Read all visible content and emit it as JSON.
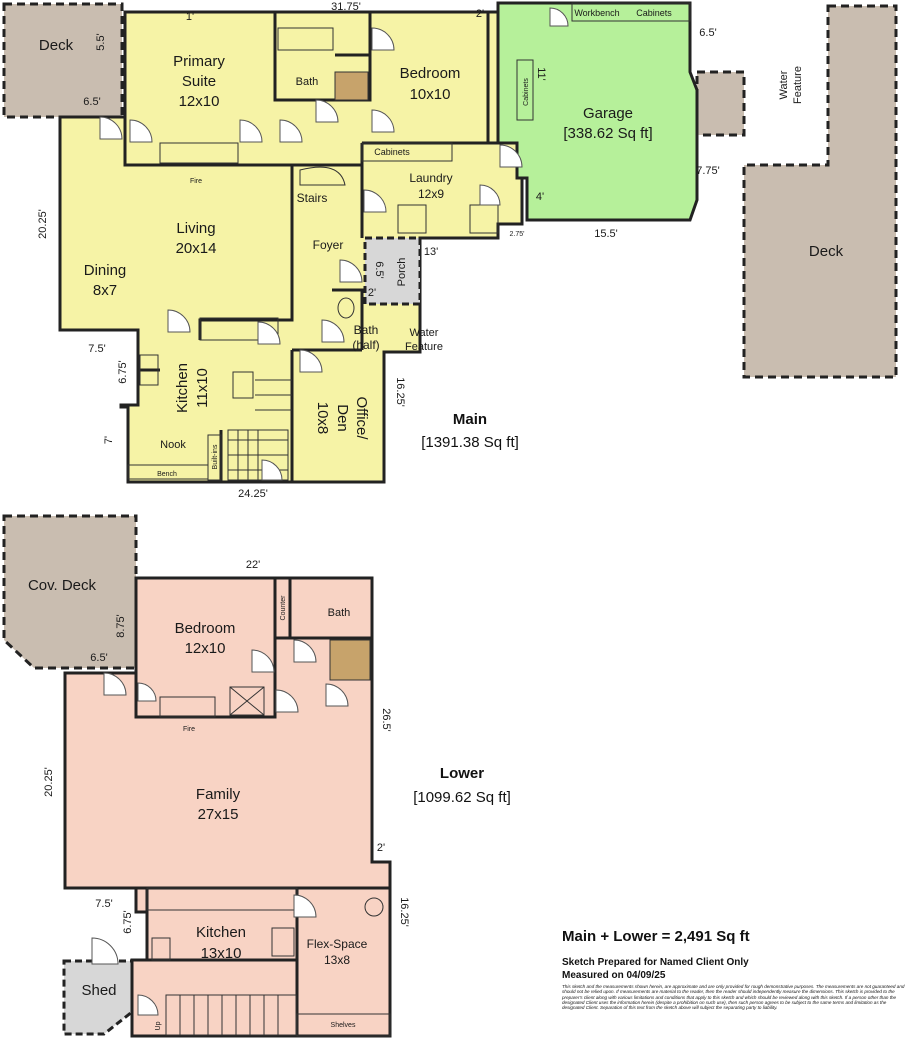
{
  "main": {
    "title": "Main",
    "area": "[1391.38 Sq ft]",
    "rooms": {
      "deck_left": "Deck",
      "primary_suite": [
        "Primary",
        "Suite",
        "12x10"
      ],
      "bath_upper": "Bath",
      "bedroom": [
        "Bedroom",
        "10x10"
      ],
      "garage": [
        "Garage",
        "[338.62 Sq ft]"
      ],
      "workbench": "Workbench",
      "cabinets_garage": "Cabinets",
      "cabinets_garage_side": "Cabinets",
      "water_feature_right": [
        "Water",
        "Feature"
      ],
      "deck_right": "Deck",
      "cabinets_laundry": "Cabinets",
      "laundry": [
        "Laundry",
        "12x9"
      ],
      "stairs": "Stairs",
      "fire": "Fire",
      "living": [
        "Living",
        "20x14"
      ],
      "dining": [
        "Dining",
        "8x7"
      ],
      "foyer": "Foyer",
      "porch": "Porch",
      "bath_half": [
        "Bath",
        "(half)"
      ],
      "water_feature": [
        "Water",
        "Feature"
      ],
      "kitchen": [
        "Kitchen",
        "11x10"
      ],
      "office": [
        "Office/",
        "Den",
        "10x8"
      ],
      "nook": "Nook",
      "bench": "Bench",
      "builtins": "Built-ins"
    },
    "dims": {
      "top": "31.75'",
      "d_1": "1'",
      "d_2": "2'",
      "deck_h": "5.5'",
      "deck_w": "6.5'",
      "garage_65": "6.5'",
      "garage_11": "11'",
      "garage_775": "7.75'",
      "garage_4": "4'",
      "garage_155": "15.5'",
      "garage_275": "2.75'",
      "porch_13": "13'",
      "porch_65": "6.5'",
      "porch_2": "2'",
      "left_2025": "20.25'",
      "left_75": "7.5'",
      "left_675": "6.75'",
      "left_7": "7'",
      "office_1625": "16.25'",
      "bottom": "24.25'"
    }
  },
  "lower": {
    "title": "Lower",
    "area": "[1099.62 Sq ft]",
    "rooms": {
      "cov_deck": "Cov. Deck",
      "bedroom": [
        "Bedroom",
        "12x10"
      ],
      "counter": "Counter",
      "bath": "Bath",
      "fire": "Fire",
      "family": [
        "Family",
        "27x15"
      ],
      "kitchen": [
        "Kitchen",
        "13x10"
      ],
      "flex": [
        "Flex-Space",
        "13x8"
      ],
      "shed": "Shed",
      "shelves": "Shelves",
      "up": "Up"
    },
    "dims": {
      "top": "22'",
      "d_875": "8.75'",
      "d_65": "6.5'",
      "d_265": "26.5'",
      "d_2025": "20.25'",
      "d_2": "2'",
      "d_75": "7.5'",
      "d_675": "6.75'",
      "d_1625": "16.25'"
    }
  },
  "footer": {
    "total": "Main + Lower = 2,491 Sq ft",
    "prepared": "Sketch Prepared for Named Client Only",
    "measured": "Measured on 04/09/25",
    "disclaimer": "This sketch and the measurements shown herein, are approximate and are only provided for rough demonstrative purposes. The measurements are not guaranteed and should not be relied upon. If measurements are material to the reader, then the reader should independently measure the dimensions. This sketch is provided to the preparer's client along with various limitations and conditions that apply to this sketch and which should be reviewed along with this sketch. If a person other than the designated Client uses the information herein (despite a prohibition on such use), then such person agrees to be subject to the same terms and limitation as the designated Client. Separation of this text from the sketch above will subject the separating party to liability."
  },
  "colors": {
    "main_fill": "#f6f3a6",
    "garage_fill": "#b6f09a",
    "lower_fill": "#f8d3c4",
    "deck_fill": "#c9bdb0",
    "porch_fill": "#d7d7d7"
  }
}
